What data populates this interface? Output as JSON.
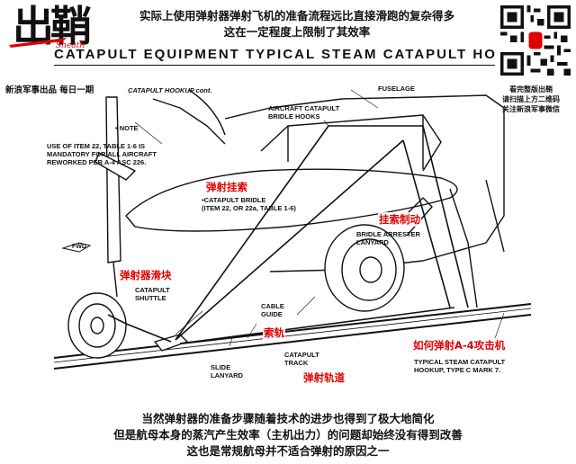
{
  "logo": {
    "mark": "出鞘",
    "sub": "Sheath"
  },
  "top_caption": {
    "line1": "实际上使用弹射器弹射飞机的准备流程远比直接滑跑的复杂得多",
    "line2": "这在一定程度上限制了其效率"
  },
  "header_banner": "CATAPULT   EQUIPMENT   TYPICAL   STEAM   CATAPULT   HOOKUP",
  "byline": "新浪军事出品 每日一期",
  "qr_note": {
    "line1": "看完整版出鞘",
    "line2": "请扫描上方二维码",
    "line3": "关注新浪军事微信"
  },
  "diagram": {
    "fig_title": "CATAPULT HOOKUP cont.",
    "fuselage": "FUSELAGE",
    "bridle_hooks_1": "AIRCRAFT CATAPULT",
    "bridle_hooks_2": "BRIDLE HOOKS",
    "note": "• NOTE",
    "note_text_1": "USE OF ITEM 22, TABLE 1-6 IS",
    "note_text_2": "MANDATORY FOR ALL AIRCRAFT",
    "note_text_3": "REWORKED PER A-4 ASC 226.",
    "bridle_1": "•CATAPULT BRIDLE",
    "bridle_2": "(ITEM 22, OR 22a, TABLE 1-6)",
    "arrester_1": "BRIDLE ARRESTER",
    "arrester_2": "LANYARD",
    "fwd": "FWD",
    "shuttle_1": "CATAPULT",
    "shuttle_2": "SHUTTLE",
    "cable_1": "CABLE",
    "cable_2": "GUIDE",
    "track_1": "CATAPULT",
    "track_2": "TRACK",
    "slide_1": "SLIDE",
    "slide_2": "LANYARD",
    "typical_1": "TYPICAL STEAM CATAPULT",
    "typical_2": "HOOKUP, TYPE C MARK 7."
  },
  "red_labels": {
    "bridle": "弹射挂索",
    "arrester": "挂索制动",
    "shuttle": "弹射器滑块",
    "cable": "索轨",
    "title": "如何弹射A-4攻击机",
    "track": "弹射轨道"
  },
  "bottom_caption": {
    "line1": "当然弹射器的准备步骤随着技术的进步也得到了极大地简化",
    "line2": "但是航母本身的蒸汽产生效率（主机出力）的问题却始终没有得到改善",
    "line3": "这也是常规航母并不适合弹射的原因之一"
  },
  "colors": {
    "accent": "#e00000",
    "ink": "#111111"
  }
}
